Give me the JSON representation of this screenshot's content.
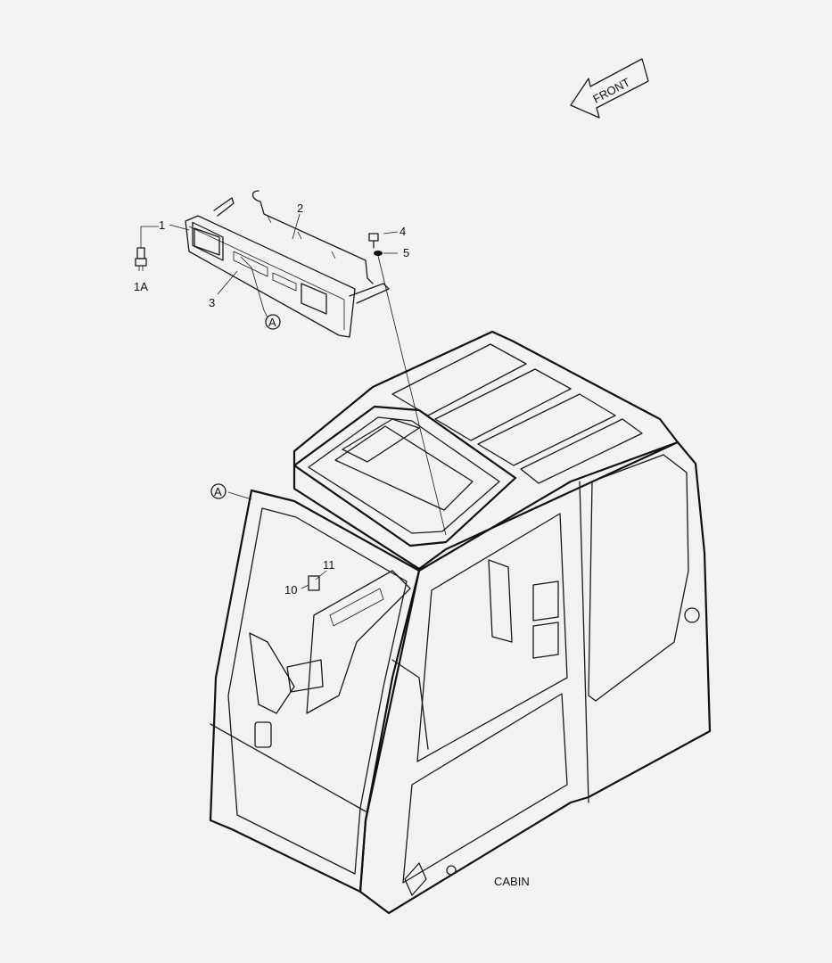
{
  "diagram": {
    "front_label": "FRONT",
    "cabin_label": "CABIN",
    "callouts": {
      "c1": "1",
      "c1a": "1A",
      "c2": "2",
      "c3": "3",
      "c4": "4",
      "c5": "5",
      "c10": "10",
      "c11": "11",
      "detail_a_top": "A",
      "detail_a_cabin": "A"
    }
  }
}
